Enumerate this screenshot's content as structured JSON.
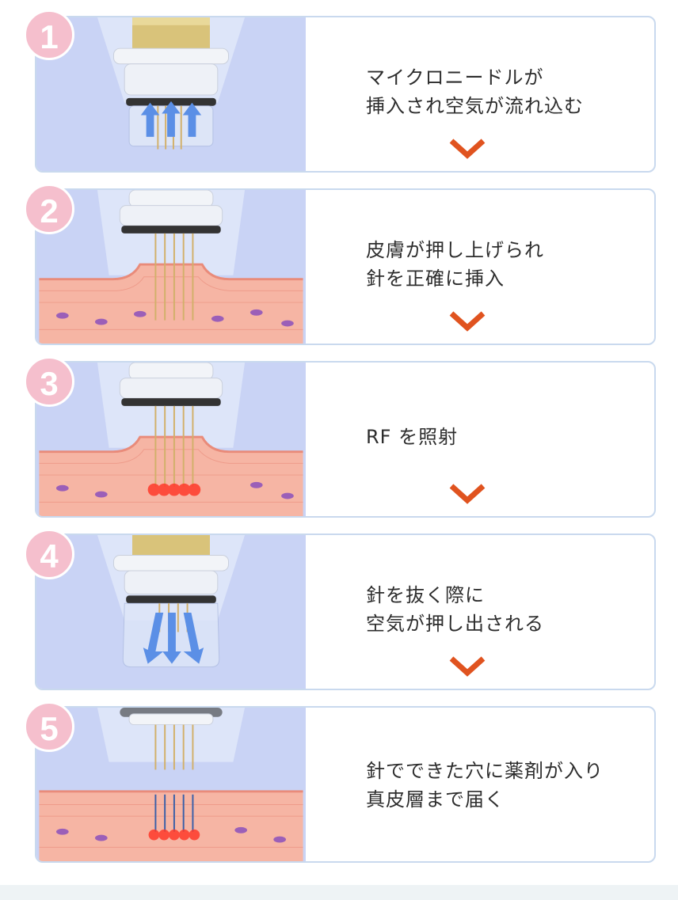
{
  "steps": [
    {
      "number": "1",
      "lines": [
        "マイクロニードルが",
        "挿入され空気が流れ込む"
      ]
    },
    {
      "number": "2",
      "lines": [
        "皮膚が押し上げられ",
        "針を正確に挿入"
      ]
    },
    {
      "number": "3",
      "lines": [
        "RF を照射"
      ]
    },
    {
      "number": "4",
      "lines": [
        "針を抜く際に",
        "空気が押し出される"
      ]
    },
    {
      "number": "5",
      "lines": [
        "針でできた穴に薬剤が入り",
        "真皮層まで届く"
      ]
    }
  ],
  "colors": {
    "badge": "#f5bfcd",
    "chevron": "#e0531f",
    "card_border": "#c9d9ee",
    "illustration_bg": "#c9d3f5",
    "skin": "#f6b5a4",
    "cell": "#9b5fb8",
    "arrow": "#5b8fe6",
    "rf_glow": "#ff3a2a"
  },
  "icons": {
    "chevron": "chevron-down-icon",
    "device": "microneedle-device-icon"
  }
}
